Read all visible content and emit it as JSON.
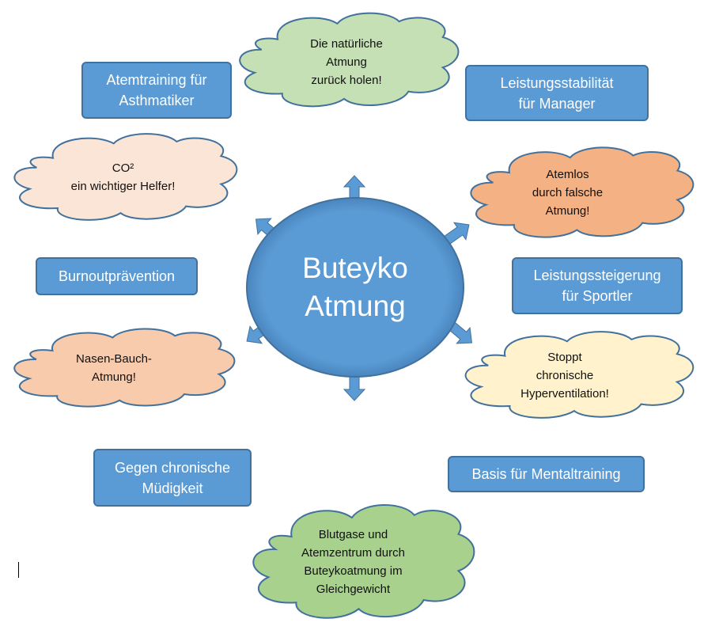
{
  "center": {
    "label": "Buteyko\nAtmung",
    "color": "#5b9bd5"
  },
  "boxes": [
    {
      "label": "Atemtraining für\nAsthmatiker"
    },
    {
      "label": "Leistungsstabilität\nfür Manager"
    },
    {
      "label": "Burnoutprävention"
    },
    {
      "label": "Leistungssteigerung\nfür Sportler"
    },
    {
      "label": "Gegen chronische\nMüdigkeit"
    },
    {
      "label": "Basis für Mentaltraining"
    }
  ],
  "clouds": [
    {
      "label": "Die natürliche\nAtmung\nzurück holen!",
      "color": "#c5e0b4"
    },
    {
      "label": "CO²\nein wichtiger Helfer!",
      "color": "#fbe5d6"
    },
    {
      "label": "Atemlos\ndurch falsche\nAtmung!",
      "color": "#f4b183"
    },
    {
      "label": "Nasen-Bauch-\nAtmung!",
      "color": "#f8cbad"
    },
    {
      "label": "Stoppt\nchronische\nHyperventilation!",
      "color": "#fff2cc"
    },
    {
      "label": "Blutgase und\nAtemzentrum durch\nButeykoatmung im\nGleichgewicht",
      "color": "#a9d18e"
    }
  ]
}
